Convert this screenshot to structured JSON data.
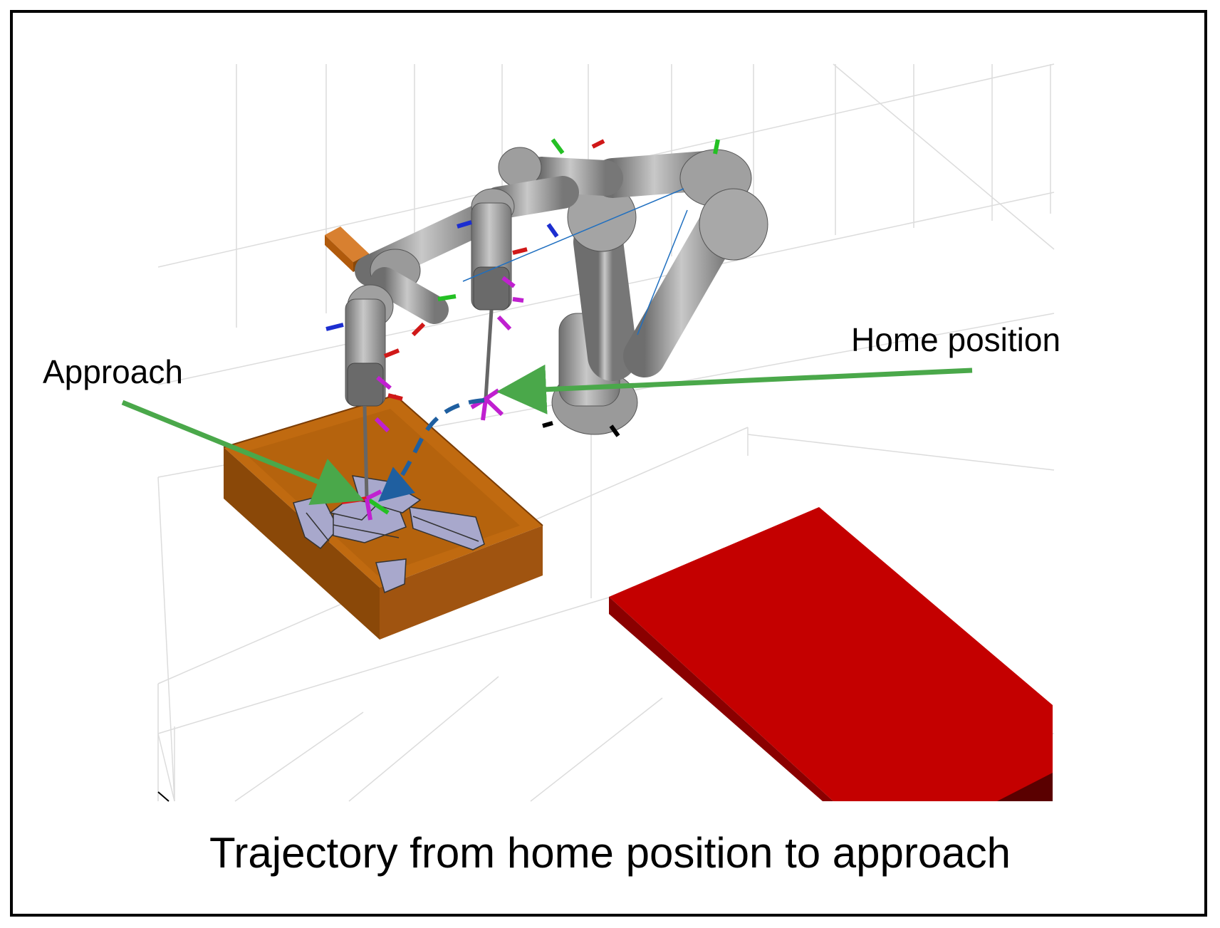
{
  "labels": {
    "home": "Home position",
    "approach": "Approach"
  },
  "caption": "Trajectory from home position to approach",
  "colors": {
    "arrow": "#4aa84a",
    "bin": "#c06a10",
    "bin_dark": "#8a4808",
    "table": "#c00000",
    "table_dark": "#8a0000",
    "robot": "#9a9a9a",
    "trajectory": "#1f5fa0",
    "parts": "#a8a8cc",
    "grid": "#dcdcdc"
  },
  "icons": [
    "robot-arm-icon",
    "bin-icon",
    "table-icon",
    "arrow-icon"
  ]
}
